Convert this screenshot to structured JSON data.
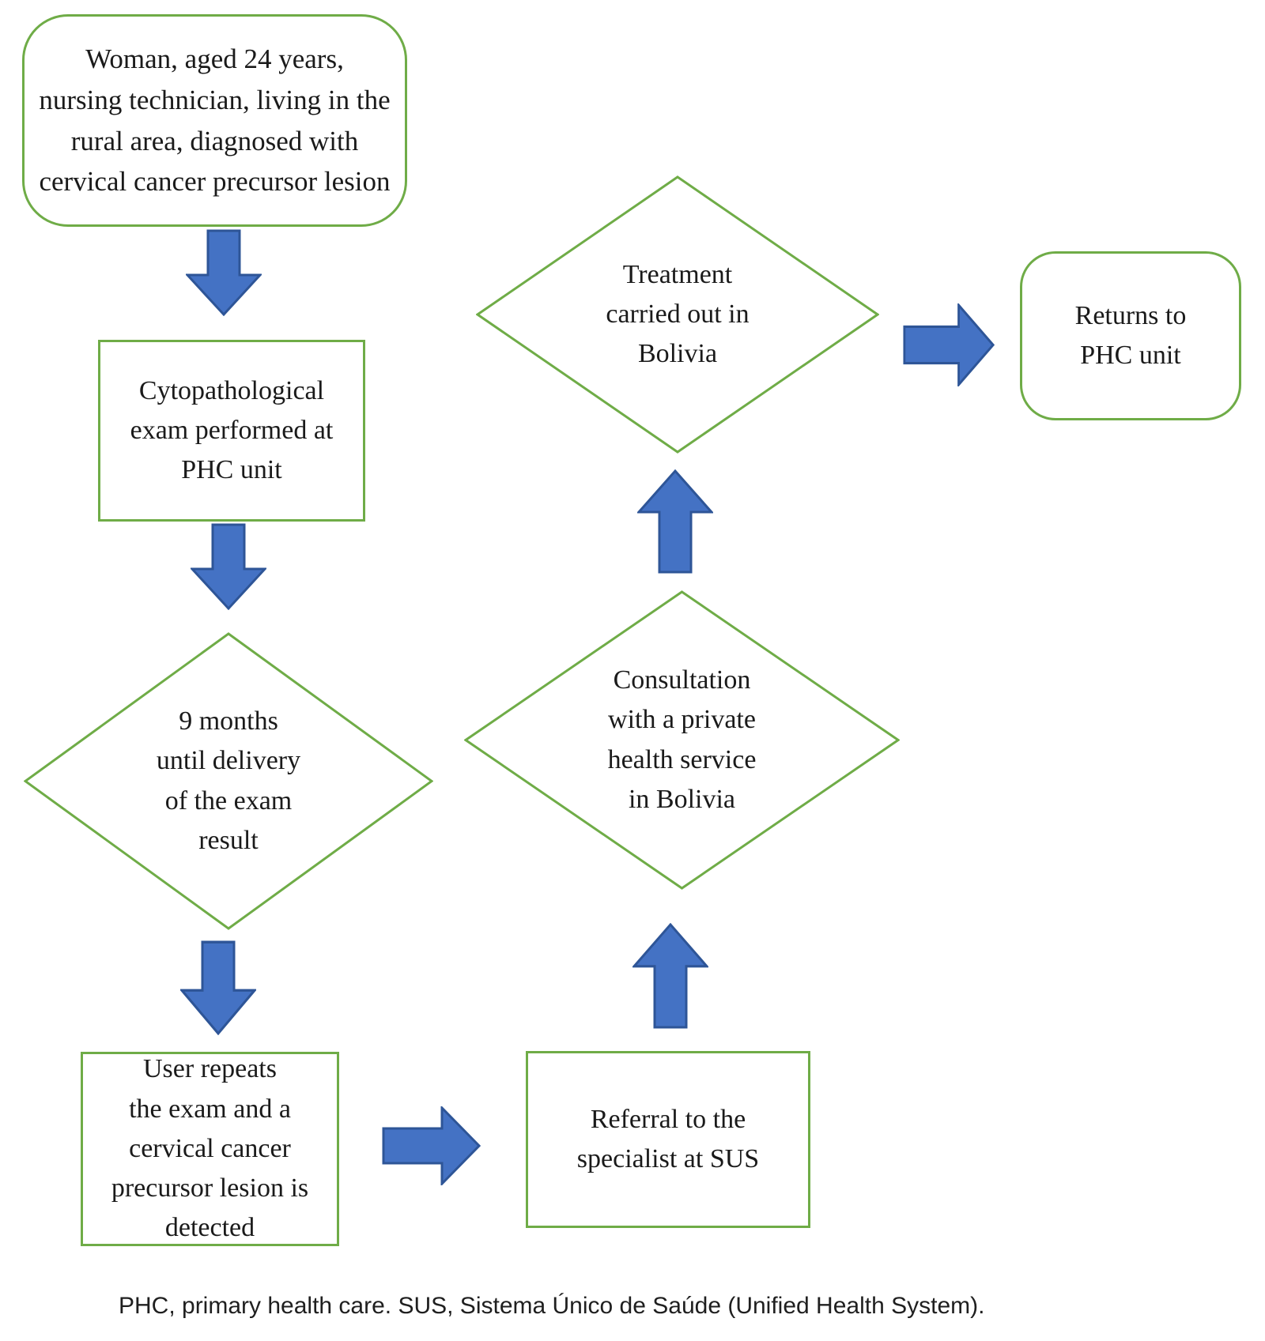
{
  "figure": {
    "type": "flowchart",
    "background": "#ffffff",
    "palette": {
      "shape_border_green": "#6fac47",
      "arrow_fill_blue": "#4472c4",
      "arrow_border_blue": "#2e5597",
      "text_color": "#1a1a1a"
    },
    "nodes": {
      "start": {
        "shape": "rounded-rectangle",
        "text": "Woman, aged 24 years,\nnursing technician, living in the\nrural area, diagnosed with\ncervical cancer precursor lesion"
      },
      "cyto_exam": {
        "shape": "rectangle",
        "text": "Cytopathological\nexam performed at\nPHC unit"
      },
      "nine_months": {
        "shape": "diamond",
        "text": "9 months\nuntil delivery\nof the exam\nresult"
      },
      "user_repeats": {
        "shape": "rectangle",
        "text": "User repeats\nthe exam and a\ncervical cancer\nprecursor lesion is\ndetected"
      },
      "referral": {
        "shape": "rectangle",
        "text": "Referral to the\nspecialist at SUS"
      },
      "consultation": {
        "shape": "diamond",
        "text": "Consultation\nwith a private\nhealth service\nin Bolivia"
      },
      "treatment": {
        "shape": "diamond",
        "text": "Treatment\ncarried out in\nBolivia"
      },
      "returns": {
        "shape": "rounded-rectangle",
        "text": "Returns to\nPHC unit"
      }
    },
    "arrows": [
      {
        "from": "start",
        "to": "cyto_exam",
        "direction": "down"
      },
      {
        "from": "cyto_exam",
        "to": "nine_months",
        "direction": "down"
      },
      {
        "from": "nine_months",
        "to": "user_repeats",
        "direction": "down"
      },
      {
        "from": "user_repeats",
        "to": "referral",
        "direction": "right"
      },
      {
        "from": "referral",
        "to": "consultation",
        "direction": "up"
      },
      {
        "from": "consultation",
        "to": "treatment",
        "direction": "up"
      },
      {
        "from": "treatment",
        "to": "returns",
        "direction": "right"
      }
    ],
    "footnote": "PHC, primary health care. SUS, Sistema Único de Saúde (Unified Health System)."
  }
}
